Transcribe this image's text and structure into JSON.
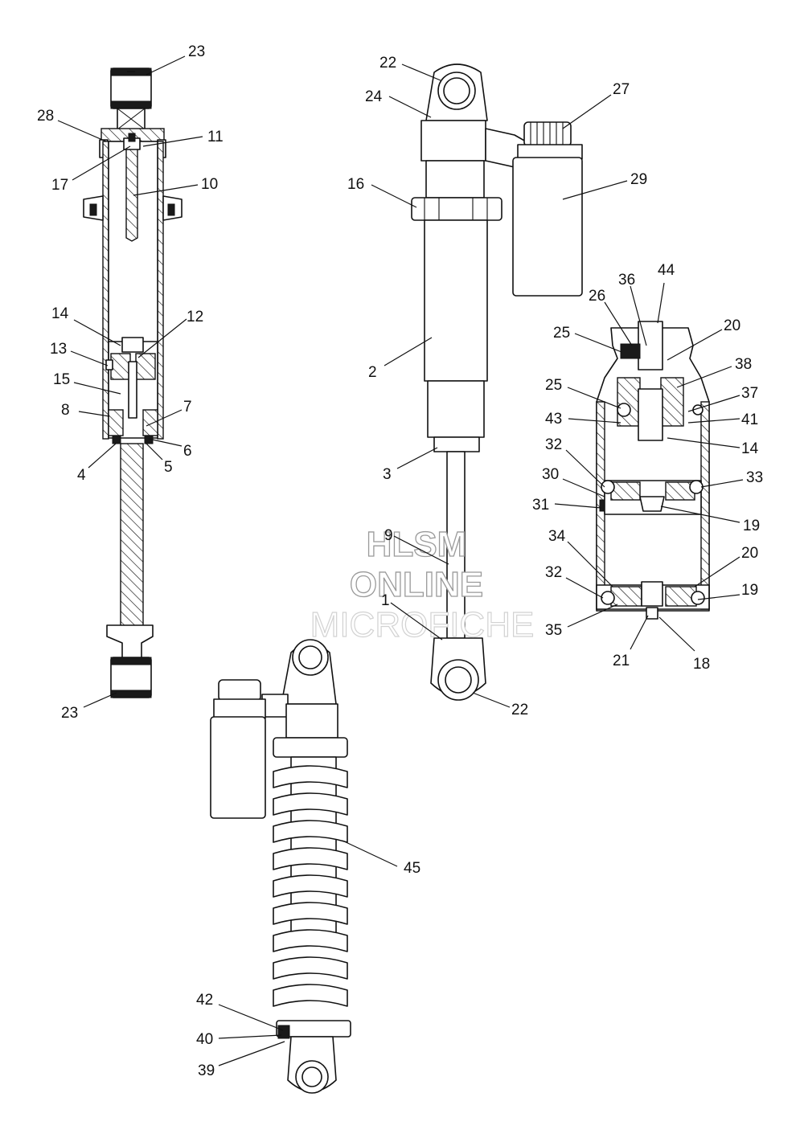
{
  "callouts": [
    {
      "id": "c23a",
      "label": "23"
    },
    {
      "id": "c28",
      "label": "28"
    },
    {
      "id": "c11",
      "label": "11"
    },
    {
      "id": "c17",
      "label": "17"
    },
    {
      "id": "c10",
      "label": "10"
    },
    {
      "id": "c14a",
      "label": "14"
    },
    {
      "id": "c12",
      "label": "12"
    },
    {
      "id": "c13",
      "label": "13"
    },
    {
      "id": "c15",
      "label": "15"
    },
    {
      "id": "c8",
      "label": "8"
    },
    {
      "id": "c7",
      "label": "7"
    },
    {
      "id": "c6",
      "label": "6"
    },
    {
      "id": "c5",
      "label": "5"
    },
    {
      "id": "c4",
      "label": "4"
    },
    {
      "id": "c23b",
      "label": "23"
    },
    {
      "id": "c22a",
      "label": "22"
    },
    {
      "id": "c24",
      "label": "24"
    },
    {
      "id": "c27",
      "label": "27"
    },
    {
      "id": "c16",
      "label": "16"
    },
    {
      "id": "c29",
      "label": "29"
    },
    {
      "id": "c2",
      "label": "2"
    },
    {
      "id": "c3",
      "label": "3"
    },
    {
      "id": "c9",
      "label": "9"
    },
    {
      "id": "c1",
      "label": "1"
    },
    {
      "id": "c22b",
      "label": "22"
    },
    {
      "id": "c44",
      "label": "44"
    },
    {
      "id": "c36",
      "label": "36"
    },
    {
      "id": "c26",
      "label": "26"
    },
    {
      "id": "c25a",
      "label": "25"
    },
    {
      "id": "c20a",
      "label": "20"
    },
    {
      "id": "c38",
      "label": "38"
    },
    {
      "id": "c25b",
      "label": "25"
    },
    {
      "id": "c37",
      "label": "37"
    },
    {
      "id": "c43",
      "label": "43"
    },
    {
      "id": "c41",
      "label": "41"
    },
    {
      "id": "c14b",
      "label": "14"
    },
    {
      "id": "c32a",
      "label": "32"
    },
    {
      "id": "c33",
      "label": "33"
    },
    {
      "id": "c30",
      "label": "30"
    },
    {
      "id": "c31",
      "label": "31"
    },
    {
      "id": "c19a",
      "label": "19"
    },
    {
      "id": "c34",
      "label": "34"
    },
    {
      "id": "c20b",
      "label": "20"
    },
    {
      "id": "c32b",
      "label": "32"
    },
    {
      "id": "c19b",
      "label": "19"
    },
    {
      "id": "c35",
      "label": "35"
    },
    {
      "id": "c21",
      "label": "21"
    },
    {
      "id": "c18",
      "label": "18"
    },
    {
      "id": "c45",
      "label": "45"
    },
    {
      "id": "c42",
      "label": "42"
    },
    {
      "id": "c40",
      "label": "40"
    },
    {
      "id": "c39",
      "label": "39"
    }
  ],
  "watermark": {
    "line1": "HLSM",
    "line2": "ONLINE",
    "line3": "MICROFICHE"
  }
}
